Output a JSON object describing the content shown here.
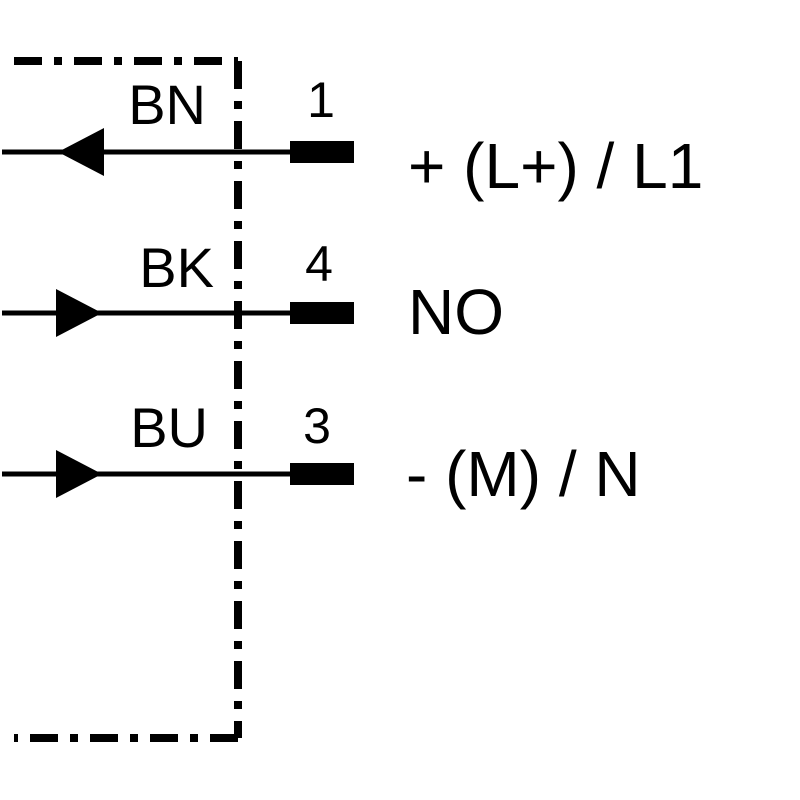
{
  "wires": [
    {
      "color_code": "BN",
      "pin": "1",
      "signal": "+ (L+) / L1",
      "arrow_direction": "left",
      "icon": "arrow-left-icon"
    },
    {
      "color_code": "BK",
      "pin": "4",
      "signal": "NO",
      "arrow_direction": "right",
      "icon": "arrow-right-icon"
    },
    {
      "color_code": "BU",
      "pin": "3",
      "signal": "- (M) / N",
      "arrow_direction": "right",
      "icon": "arrow-right-icon"
    }
  ],
  "colors": {
    "ink": "#000000",
    "background": "#ffffff"
  }
}
